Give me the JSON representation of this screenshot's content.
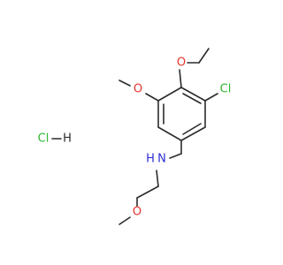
{
  "colors": {
    "bond": "#2b2b2b",
    "oxygen": "#e8322c",
    "chlorine": "#2fb52f",
    "nitrogen": "#2c2cd6",
    "background": "#ffffff"
  },
  "atoms": {
    "o_ethoxy": "O",
    "o_methoxy_ring": "O",
    "cl_ring": "Cl",
    "nh": "N",
    "nh_h": "H",
    "o_chain": "O",
    "hcl_cl": "Cl",
    "hcl_h": "H"
  }
}
